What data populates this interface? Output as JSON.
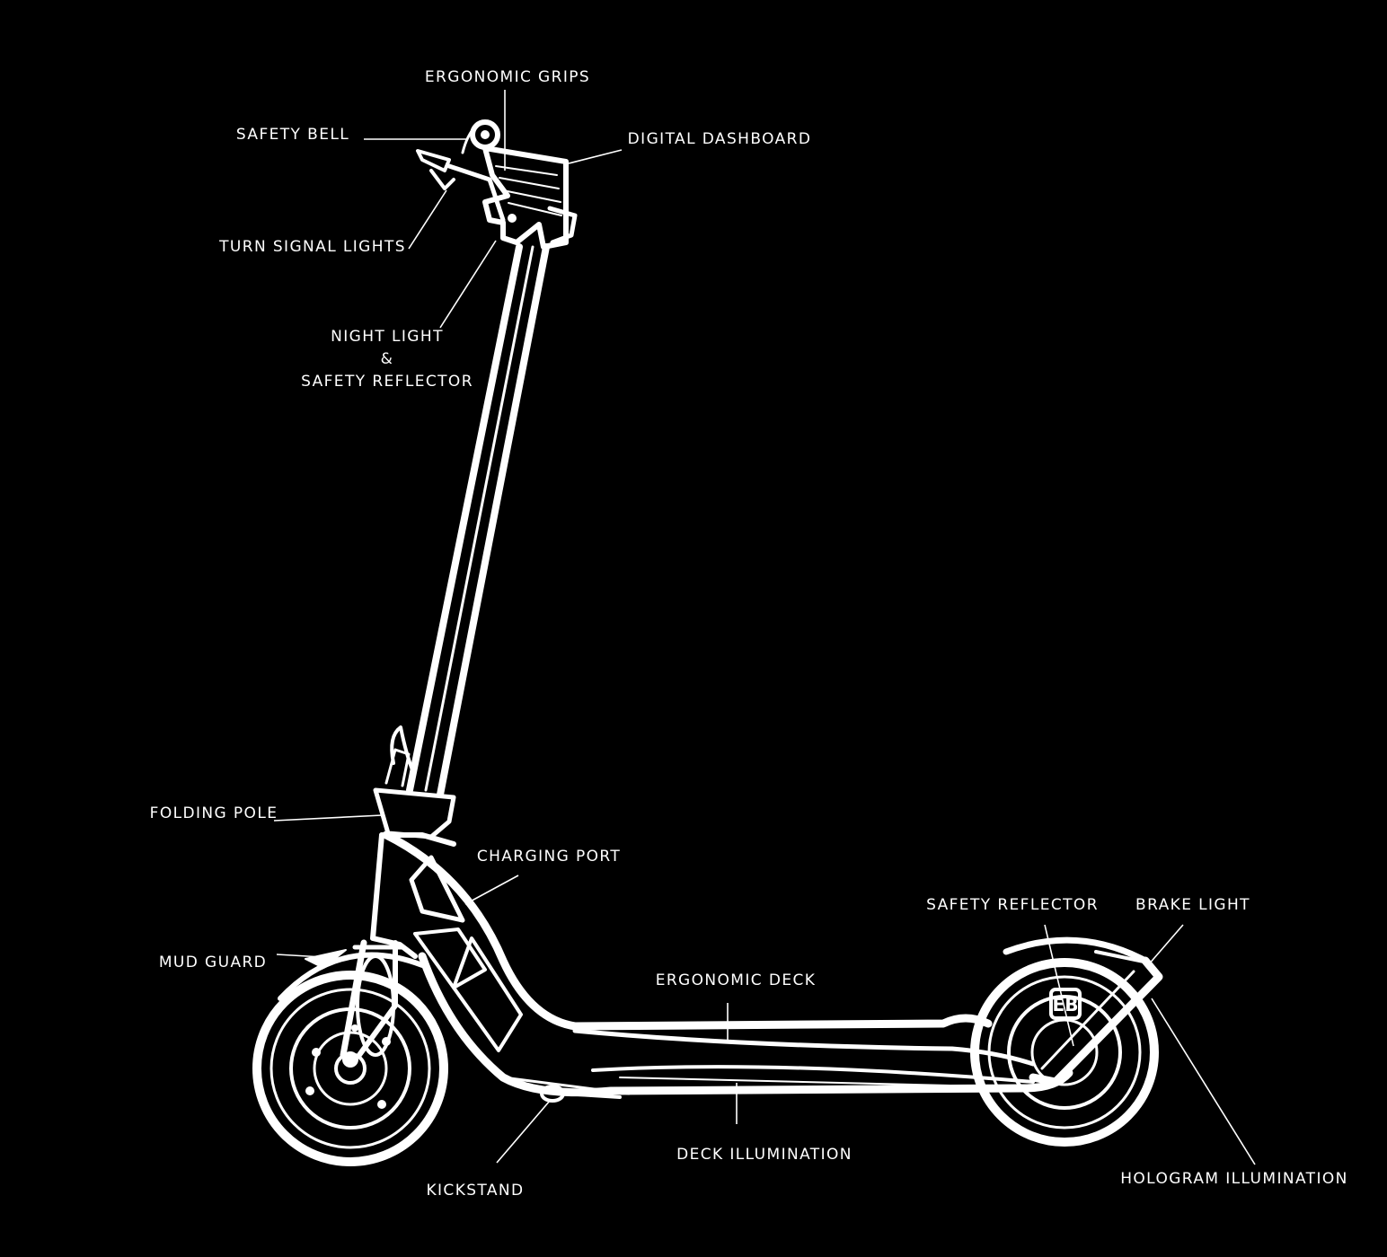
{
  "colors": {
    "background": "#000000",
    "line": "#ffffff"
  },
  "labels": {
    "ergonomic_grips": "ERGONOMIC GRIPS",
    "safety_bell": "SAFETY BELL",
    "digital_dashboard": "DIGITAL DASHBOARD",
    "turn_signal_lights": "TURN SIGNAL LIGHTS",
    "night_light_line1": "NIGHT LIGHT",
    "night_light_line2": "&",
    "night_light_line3": "SAFETY REFLECTOR",
    "folding_pole": "FOLDING POLE",
    "charging_port": "CHARGING PORT",
    "mud_guard": "MUD GUARD",
    "ergonomic_deck": "ERGONOMIC DECK",
    "safety_reflector": "SAFETY REFLECTOR",
    "brake_light": "BRAKE LIGHT",
    "kickstand": "KICKSTAND",
    "deck_illumination": "DECK ILLUMINATION",
    "hologram_illumination": "HOLOGRAM ILLUMINATION"
  }
}
